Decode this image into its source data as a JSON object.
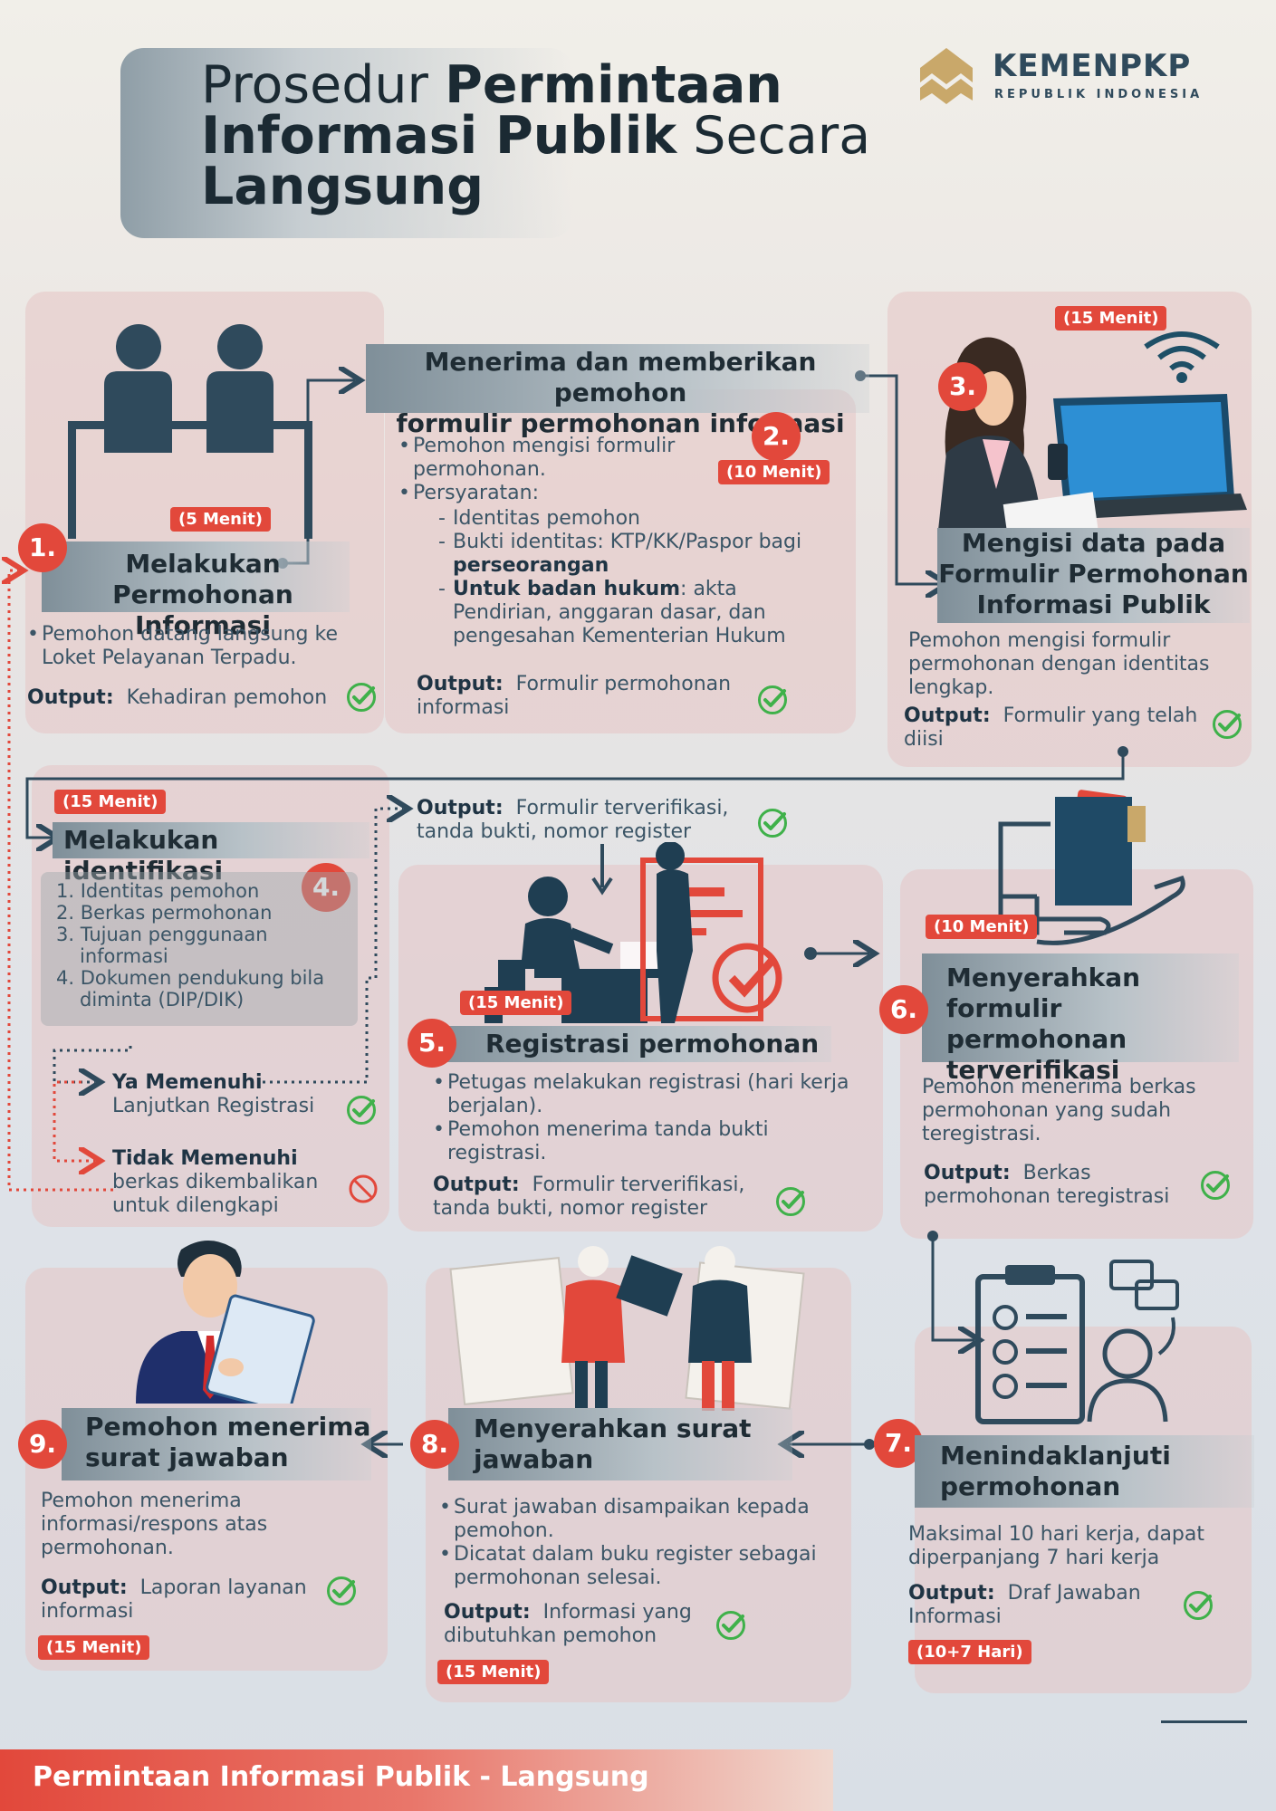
{
  "title": {
    "line1_a": "Prosedur ",
    "line1_b": "Permintaan",
    "line2_a": "Informasi Publik",
    "line2_b": " Secara",
    "line3": "Langsung"
  },
  "logo": {
    "name_a": "KEMEN",
    "name_b": "PKP",
    "sub": "REPUBLIK INDONESIA"
  },
  "colors": {
    "accent": "#e2483b",
    "dark": "#2f4a5c",
    "header": "#a9b5bd",
    "check": "#3fb14a"
  },
  "output_label": "Output",
  "steps": {
    "s1": {
      "num": "1.",
      "time": "(5 Menit)",
      "title_l1": "Melakukan",
      "title_l2": "Permohonan Informasi",
      "bullets": [
        "Pemohon datang langsung ke Loket Pelayanan Terpadu."
      ],
      "output": "Kehadiran pemohon"
    },
    "s2": {
      "num": "2.",
      "time": "(10 Menit)",
      "title_l1": "Menerima dan memberikan pemohon",
      "title_l2": "formulir permohonan informasi",
      "b1": "Pemohon mengisi formulir permohonan.",
      "b2": "Persyaratan:",
      "d1": "Identitas pemohon",
      "d2_a": "Bukti identitas: KTP/KK/Paspor bagi ",
      "d2_b": "perseorangan",
      "d3_a": "Untuk badan hukum",
      "d3_b": ": akta Pendirian, anggaran dasar, dan pengesahan Kementerian Hukum",
      "output": "Formulir permohonan informasi"
    },
    "s3": {
      "num": "3.",
      "time": "(15 Menit)",
      "title_l1": "Mengisi data pada",
      "title_l2": "Formulir Permohonan",
      "title_l3": "Informasi Publik",
      "desc": "Pemohon mengisi formulir permohonan dengan identitas lengkap.",
      "output": "Formulir yang telah diisi"
    },
    "s4": {
      "num": "4.",
      "time": "(15 Menit)",
      "title": "Melakukan identifikasi",
      "items": [
        "Identitas pemohon",
        "Berkas permohonan",
        "Tujuan penggunaan informasi",
        "Dokumen pendukung bila diminta  (DIP/DIK)"
      ],
      "yes_label": "Ya Memenuhi",
      "yes_text": "Lanjutkan Registrasi",
      "no_label": "Tidak Memenuhi",
      "no_text": "berkas dikembalikan untuk dilengkapi",
      "output": "Formulir terverifikasi, tanda bukti, nomor register"
    },
    "s5": {
      "num": "5.",
      "time": "(15 Menit)",
      "title": "Registrasi permohonan",
      "bullets": [
        "Petugas melakukan registrasi (hari kerja berjalan).",
        "Pemohon menerima tanda bukti registrasi."
      ],
      "output": "Formulir terverifikasi, tanda bukti, nomor register"
    },
    "s6": {
      "num": "6.",
      "time": "(10 Menit)",
      "title_l1": "Menyerahkan formulir",
      "title_l2": "permohonan",
      "title_l3": "terverifikasi",
      "desc": "Pemohon menerima berkas permohonan yang sudah teregistrasi.",
      "output": "Berkas permohonan teregistrasi"
    },
    "s7": {
      "num": "7.",
      "time": "(10+7 Hari)",
      "title_l1": "Menindaklanjuti",
      "title_l2": "permohonan",
      "desc": "Maksimal 10 hari kerja, dapat diperpanjang 7 hari kerja",
      "output": "Draf Jawaban Informasi"
    },
    "s8": {
      "num": "8.",
      "time": "(15 Menit)",
      "title_l1": "Menyerahkan surat",
      "title_l2": "jawaban",
      "bullets": [
        "Surat jawaban disampaikan kepada pemohon.",
        "Dicatat dalam buku register sebagai permohonan selesai."
      ],
      "output": "Informasi yang dibutuhkan pemohon"
    },
    "s9": {
      "num": "9.",
      "time": "(15 Menit)",
      "title_l1": "Pemohon menerima",
      "title_l2": "surat jawaban",
      "desc": "Pemohon menerima informasi/respons atas permohonan.",
      "output": "Laporan layanan informasi"
    }
  },
  "footer": "Permintaan Informasi Publik - Langsung"
}
